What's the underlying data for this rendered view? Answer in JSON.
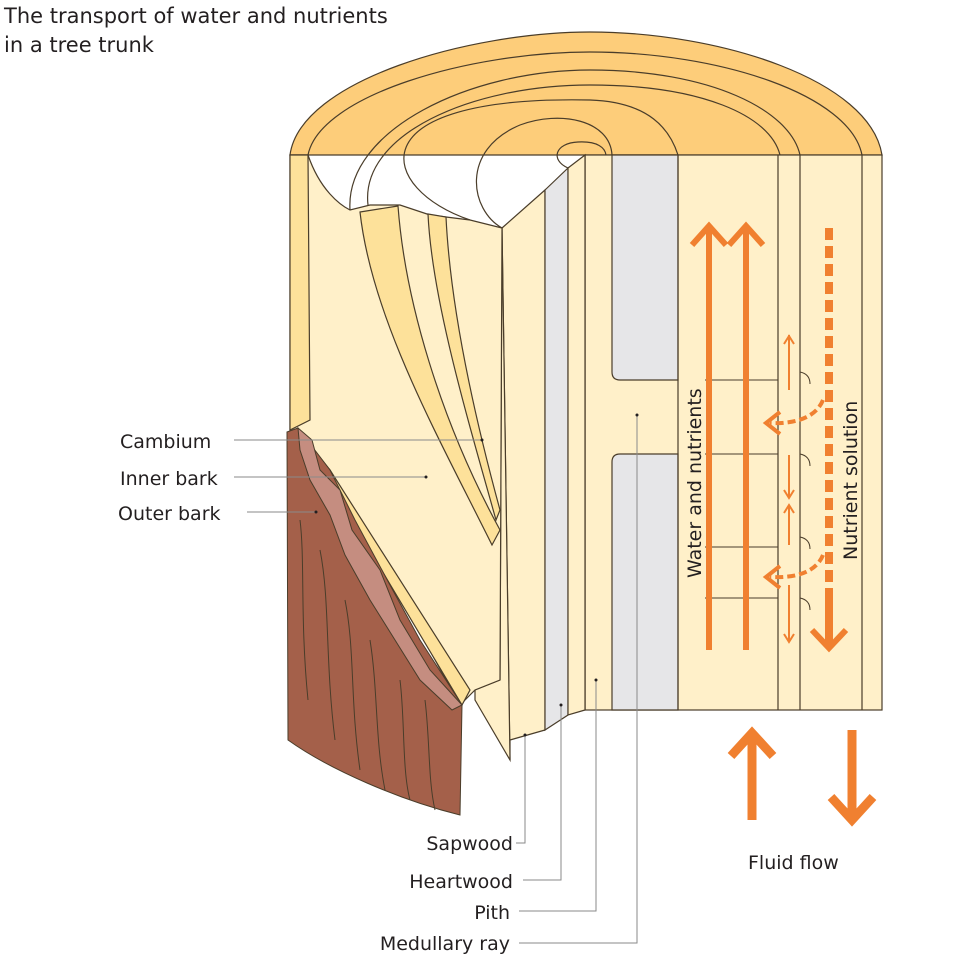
{
  "title": {
    "line1": "The transport of water and nutrients",
    "line2": "in a tree trunk"
  },
  "labels": {
    "cambium": "Cambium",
    "inner_bark": "Inner bark",
    "outer_bark": "Outer bark",
    "sapwood": "Sapwood",
    "heartwood": "Heartwood",
    "pith": "Pith",
    "medullary_ray": "Medullary ray",
    "water_and_nutrients": "Water and nutrients",
    "nutrient_solution": "Nutrient solution",
    "fluid_flow": "Fluid flow"
  },
  "colors": {
    "ring_top": "#fdcd7a",
    "wood_light": "#fff0c9",
    "wood_band": "#fde19a",
    "heartwood_grey": "#e6e6e8",
    "bark_dark": "#a4604a",
    "bark_light": "#c58d80",
    "arrow_orange": "#f08030",
    "outline": "#4a3d2a",
    "leader": "#8a8a8a"
  }
}
